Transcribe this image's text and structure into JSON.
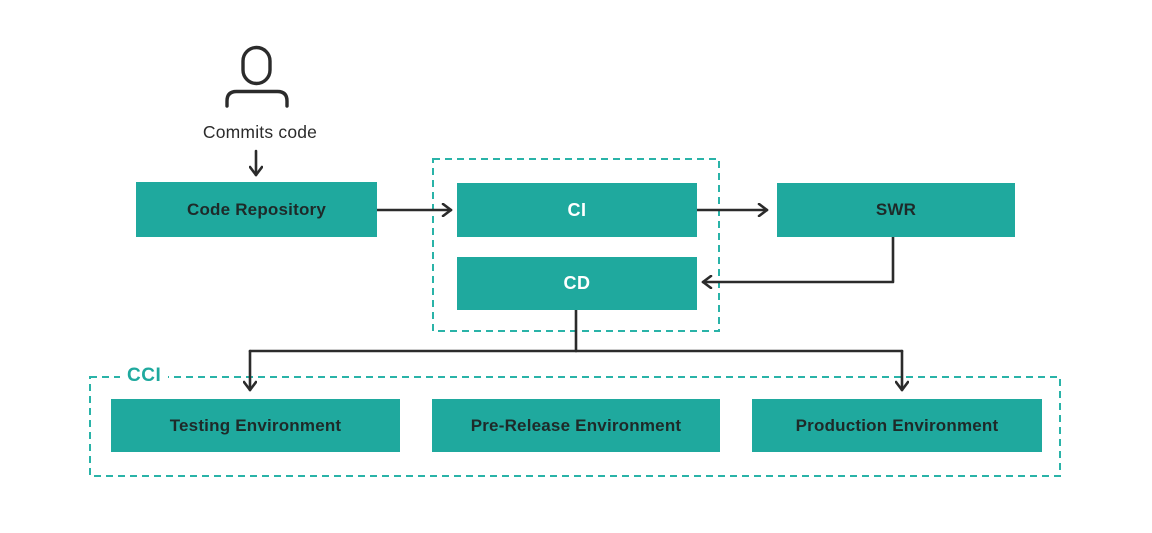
{
  "colors": {
    "node_fill": "#1FA99E",
    "dashed_border": "#2AB3A8",
    "arrow_line": "#2B2B2B",
    "node_text_dark": "#1E2A29",
    "node_text_light": "#FFFFFF"
  },
  "actor": {
    "caption": "Commits code"
  },
  "pipeline": {
    "code_repository": "Code Repository",
    "ci_group": {
      "ci": "CI",
      "cd": "CD"
    },
    "swr": "SWR"
  },
  "cci_group": {
    "label": "CCI",
    "environments": [
      "Testing Environment",
      "Pre-Release Environment",
      "Production Environment"
    ]
  }
}
